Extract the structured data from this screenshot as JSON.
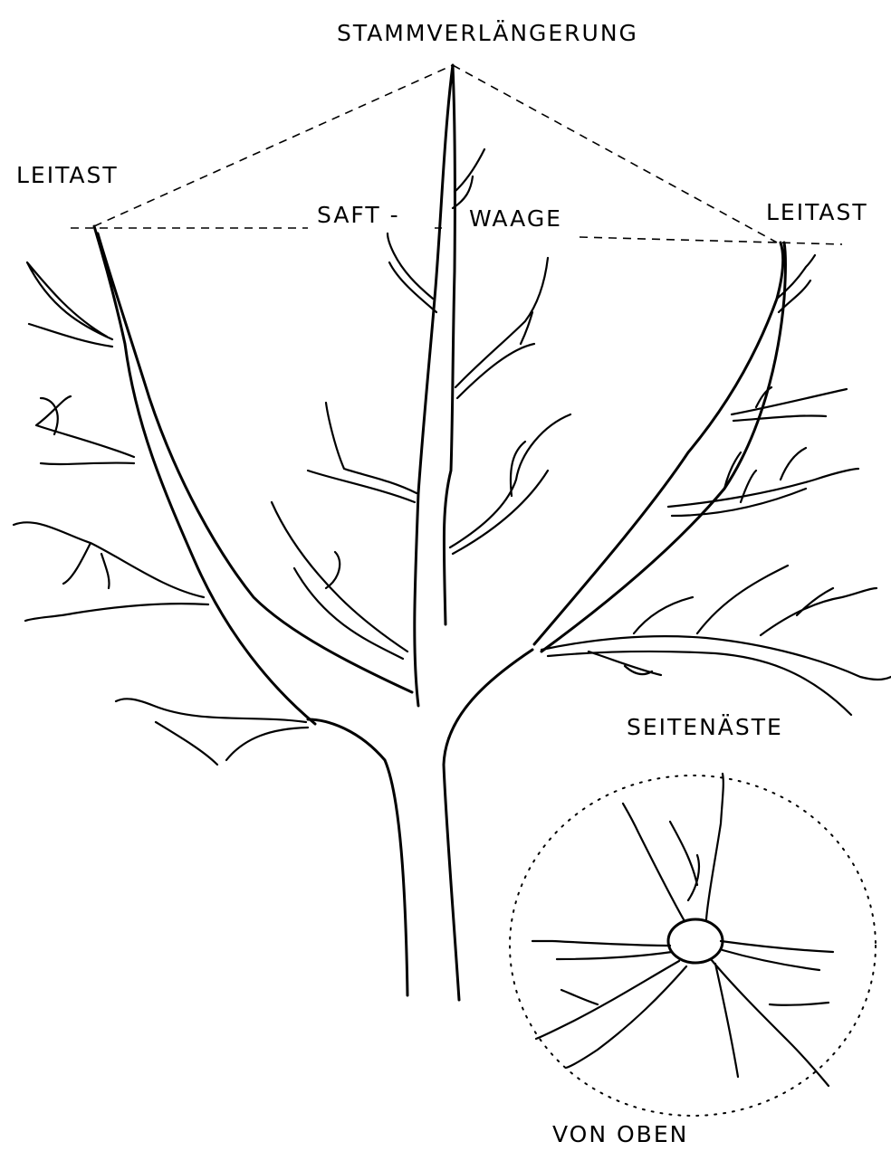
{
  "labels": {
    "top": "STAMMVERLÄNGERUNG",
    "leitast_left": "LEITAST",
    "leitast_right": "LEITAST",
    "saft": "SAFT -",
    "waage": "WAAGE",
    "seitenaeste": "SEITENÄSTE",
    "von_oben": "VON OBEN"
  },
  "colors": {
    "ink": "#000000",
    "paper": "#ffffff"
  }
}
